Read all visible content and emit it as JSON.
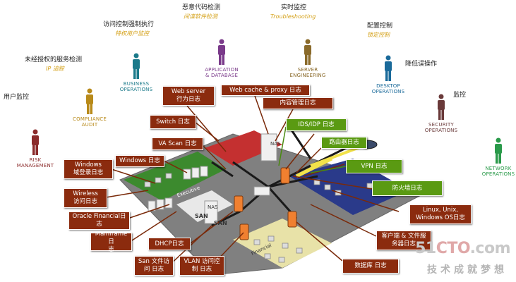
{
  "roles": [
    {
      "id": "risk",
      "title": "RISK\nMANAGEMENT",
      "color": "#8b2b2b"
    },
    {
      "id": "compliance",
      "title": "COMPLIANCE\nAUDIT",
      "color": "#b88a1a"
    },
    {
      "id": "business",
      "title": "BUSINESS\nOPERATIONS",
      "color": "#1b7a8a"
    },
    {
      "id": "appdb",
      "title": "APPLICATION\n& DATABASE",
      "color": "#7a3a8a"
    },
    {
      "id": "server",
      "title": "SERVER\nENGINEERING",
      "color": "#8a6a2a"
    },
    {
      "id": "desktop",
      "title": "DESKTOP\nOPERATIONS",
      "color": "#1a6a9a"
    },
    {
      "id": "security",
      "title": "SECURITY\nOPERATIONS",
      "color": "#6a3a3a"
    },
    {
      "id": "network",
      "title": "NETWORK\nOPERATIONS",
      "color": "#2a9a4a"
    }
  ],
  "top_labels": {
    "user_monitor": "用户监控",
    "unauth_service": "未经授权的服务检测",
    "unauth_service_sub": "IP 追踪",
    "access_control": "访问控制强制执行",
    "access_control_sub": "特权用户监控",
    "malware": "恶意代码检测",
    "malware_sub": "间谍软件检测",
    "realtime": "实时监控",
    "realtime_sub": "Troubleshooting",
    "config": "配置控制",
    "config_sub": "锁定控制",
    "reduce_ops": "降低误操作",
    "monitor": "监控"
  },
  "log_boxes": {
    "web_server": "Web server\n行为日志",
    "web_cache": "Web cache & proxy 日志",
    "content_mgmt": "内容管理日志",
    "ids": "IDS/IDP 日志",
    "router": "路由器日志",
    "vpn": "VPN 日志",
    "firewall": "防火墙日志",
    "linux": "Linux, Unix,\nWindows OS日志",
    "client_file": "客户端 & 文件服\n务器日志",
    "database": "数据库 日志",
    "vlan": "VLAN 访问控\n制 日志",
    "san": "San 文件访\n问 日志",
    "dhcp": "DHCP日志",
    "mainframe": "Mainframe日\n志",
    "oracle": "Oracle Financial日\n志",
    "wireless": "Wireless\n访问日志",
    "windows_domain": "Windows\n域登录日志",
    "windows": "Windows 日志",
    "va_scan": "VA Scan 日志",
    "switch": "Switch 日志"
  },
  "zones": {
    "executive": "Executive",
    "financial": "Financial",
    "san1": "SAN",
    "san2": "SAN",
    "nas1": "NAS",
    "nas2": "NAS"
  },
  "watermark": {
    "brand_a": "51",
    "brand_b": "CTO",
    "brand_c": ".com",
    "slogan": "技术成就梦想"
  },
  "colors": {
    "box_red": "#8b2b0e",
    "box_green": "#5a9a12",
    "zone_green": "#3c8a2e",
    "zone_blue": "#2a3a8a",
    "zone_yellow": "#e8e2a8",
    "zone_red": "#c43030",
    "floor_gray": "#7a7a7a"
  }
}
